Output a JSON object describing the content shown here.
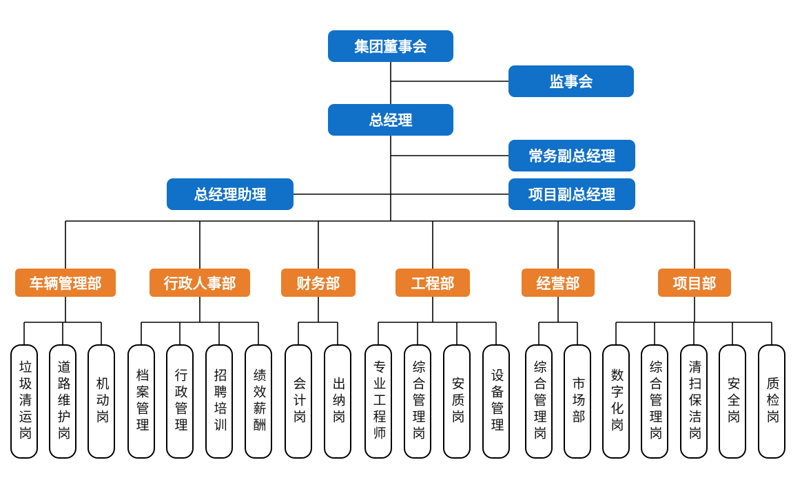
{
  "colors": {
    "blue": "#1170C8",
    "orange": "#E97E2B",
    "line": "#000000",
    "box_bg": "#FFFFFF"
  },
  "top_nodes": [
    {
      "label": "集团董事会"
    },
    {
      "label": "监事会"
    },
    {
      "label": "总经理"
    },
    {
      "label": "常务副总经理"
    },
    {
      "label": "项目副总经理"
    },
    {
      "label": "总经理助理"
    }
  ],
  "departments": [
    {
      "label": "车辆管理部",
      "positions": [
        "垃圾清运岗",
        "道路维护岗",
        "机动岗"
      ]
    },
    {
      "label": "行政人事部",
      "positions": [
        "档案管理",
        "行政管理",
        "招聘培训",
        "绩效薪酬"
      ]
    },
    {
      "label": "财务部",
      "positions": [
        "会计岗",
        "出纳岗"
      ]
    },
    {
      "label": "工程部",
      "positions": [
        "专业工程师",
        "综合管理岗",
        "安质岗",
        "设备管理"
      ]
    },
    {
      "label": "经营部",
      "positions": [
        "综合管理岗",
        "市场部"
      ]
    },
    {
      "label": "项目部",
      "positions": [
        "数字化岗",
        "综合管理岗",
        "清扫保洁岗",
        "安全岗",
        "质检岗"
      ]
    }
  ]
}
